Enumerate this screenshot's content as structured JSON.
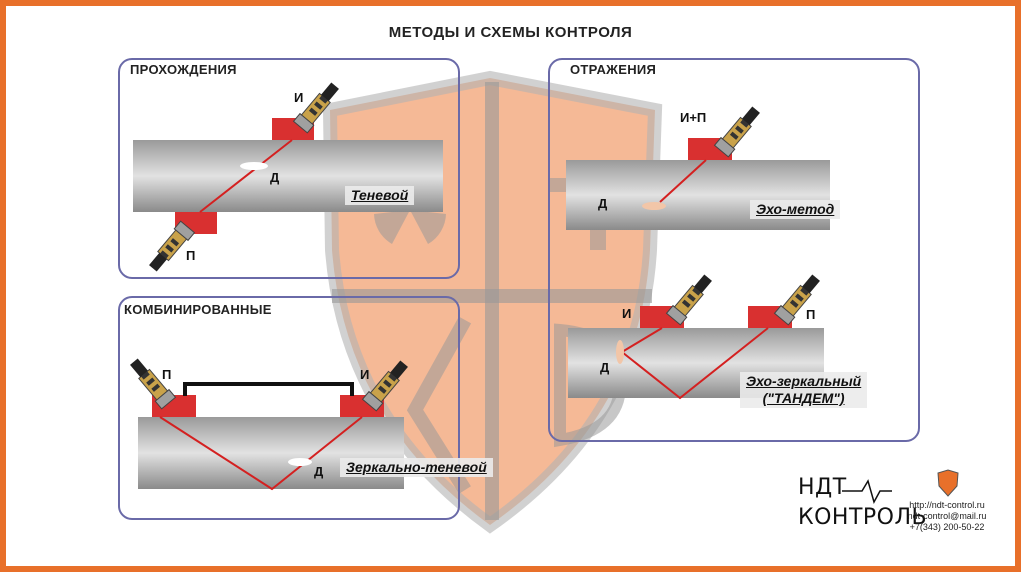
{
  "title": "МЕТОДЫ И СХЕМЫ КОНТРОЛЯ",
  "panels": {
    "transmission": {
      "title": "ПРОХОЖДЕНИЯ",
      "method": "Теневой",
      "labels": {
        "emitter": "И",
        "receiver": "П",
        "defect": "Д"
      }
    },
    "reflection": {
      "title": "ОТРАЖЕНИЯ",
      "echo_method": "Эхо-метод",
      "echo_mirror_method": [
        "Эхо-зеркальный",
        "(\"ТАНДЕМ\")"
      ],
      "labels": {
        "emitter_receiver": "И+П",
        "defect": "Д",
        "emitter": "И",
        "receiver": "П",
        "defect2": "Д"
      }
    },
    "combined": {
      "title": "КОМБИНИРОВАННЫЕ",
      "method": "Зеркально-теневой",
      "labels": {
        "receiver": "П",
        "emitter": "И",
        "defect": "Д"
      }
    }
  },
  "logo": {
    "line1": "НДТ",
    "line2": "КОНТРОЛЬ"
  },
  "contacts": {
    "url": "http://ndt-control.ru",
    "email": "ndt-control@mail.ru",
    "phone": "+7(343) 200-50-22"
  },
  "colors": {
    "frame": "#e8702a",
    "panel_border": "#6a6aa8",
    "beam": "#d42020",
    "wedge": "#d93030",
    "watermark": "#f08a50"
  }
}
